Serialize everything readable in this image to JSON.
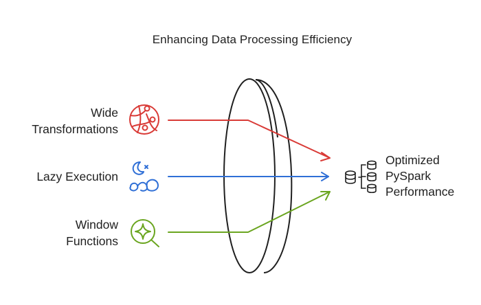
{
  "title": "Enhancing Data Processing Efficiency",
  "inputs": [
    {
      "line1": "Wide",
      "line2": "Transformations",
      "icon": "globe-network-icon",
      "color": "#d93a36"
    },
    {
      "line1": "Lazy Execution",
      "line2": "",
      "icon": "sleep-moon-icon",
      "color": "#2f6fd6"
    },
    {
      "line1": "Window",
      "line2": "Functions",
      "icon": "sparkle-search-icon",
      "color": "#6aa51f"
    }
  ],
  "output": {
    "line1": "Optimized",
    "line2": "PySpark",
    "line3": "Performance",
    "icon": "database-stack-icon"
  },
  "lens": {
    "stroke": "#1f1f1f"
  }
}
